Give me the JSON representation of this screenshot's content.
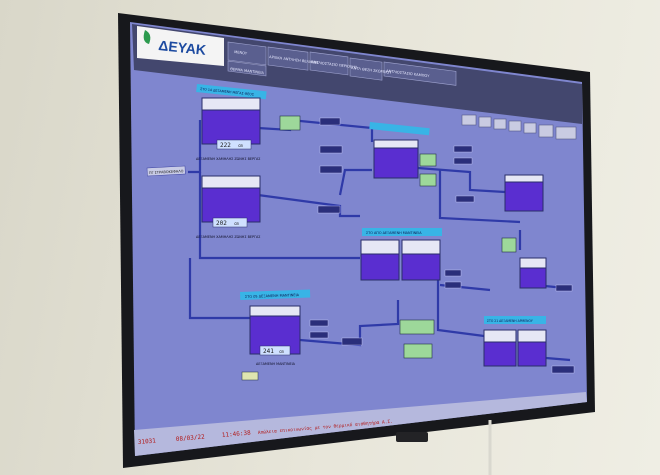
{
  "screen": {
    "logo_text": "ΔΕΥΑΚ",
    "header_cells": [
      "ΜΕΝΟΥ",
      "ΘΕΡΜΑ ΜΑΝΤΙΝΕΙΑ",
      "ΑΡΧΙΚΗ ΑΝΤΛΗΣΗ ΒΕΛΜΙΝΑ",
      "ΑΝΤΛΙΟΣΤΑΣΙΟ ΠΕΡΙΟΧΗΣ",
      "ΑΝΤΛ ΘΕΣΗ ΣΚΟΡΠΙΟΥ",
      "ΑΝΤΛΙΟΣΤΑΣΙΟ ΚΑΜΠΟΥ"
    ],
    "station_left": "ΠΓ ΣΤΡΑΒΟΚΕΦΑΛΟ",
    "title_top": "ΣΤΟ 14 ΔΕΞΑΜΕΝΗ ΜΕΓΑΣ ΘΕΟΣ",
    "title_mid": "ΣΤΟ ΑΠΟ ΔΕΞΑΜΕΝΗ ΜΑΝΤΙΝΕΙΑ",
    "title_low": "ΣΤΟ 05 ΔΕΞΑΜΕΝΗ ΜΑΝΤΙΝΕΙΑ",
    "title_right": "ΣΤΟ 21 ΔΕΞΑΜΕΝΗ ΑΡΜΕΝΟΥ",
    "tanks": {
      "t1": {
        "value": "222",
        "unit": "cm",
        "label": "ΔΕΞΑΜΕΝΗ ΧΑΜΗΛΗΣ ΖΩΝΗΣ ΒΕΡΓΑΣ"
      },
      "t2": {
        "value": "202",
        "unit": "cm",
        "label": "ΔΕΞΑΜΕΝΗ ΧΑΜΗΛΗΣ ΖΩΝΗΣ ΒΕΡΓΑΣ"
      },
      "t5": {
        "value": "241",
        "unit": "cm",
        "label": "ΔΕΞΑΜΕΝΗ ΜΑΝΤΙΝΕΙΑ"
      }
    },
    "status_bar": {
      "counter": "31031",
      "date": "08/03/22",
      "time": "11:46:38",
      "message": "Απώλεια επικοινωνίας με τον θερμικό αισθητήρα Α.Σ."
    }
  }
}
